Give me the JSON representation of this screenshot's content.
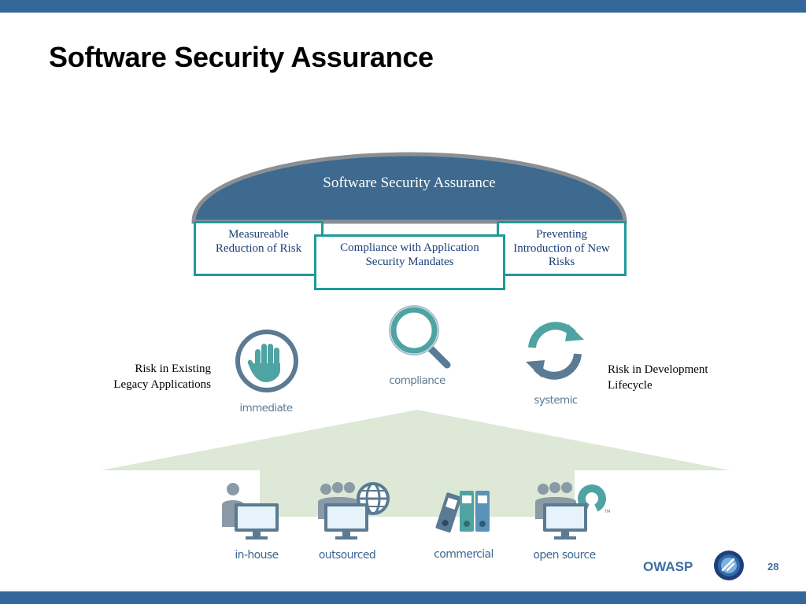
{
  "slide": {
    "title": "Software Security Assurance",
    "page_number": "28",
    "brand": "OWASP"
  },
  "dome": {
    "label": "Software Security Assurance"
  },
  "goals": [
    {
      "label_line1": "Measureable",
      "label_line2": "Reduction of Risk"
    },
    {
      "label_line1": "Compliance with Application",
      "label_line2": "Security Mandates"
    },
    {
      "label_line1": "Preventing",
      "label_line2": "Introduction of New",
      "label_line3": "Risks"
    }
  ],
  "side_notes": {
    "left_line1": "Risk in Existing",
    "left_line2": "Legacy Applications",
    "right_line1": "Risk in Development",
    "right_line2": "Lifecycle"
  },
  "approaches": [
    {
      "label": "immediate",
      "icon": "stop-hand-icon"
    },
    {
      "label": "compliance",
      "icon": "magnifier-icon"
    },
    {
      "label": "systemic",
      "icon": "cycle-arrows-icon"
    }
  ],
  "sources": [
    {
      "label": "in-house",
      "icon": "person-computer-icon"
    },
    {
      "label": "outsourced",
      "icon": "group-globe-computer-icon"
    },
    {
      "label": "commercial",
      "icon": "binders-icon"
    },
    {
      "label": "open source",
      "icon": "group-opensource-computer-icon"
    }
  ],
  "colors": {
    "bar": "#336699",
    "dome": "#3d6a8e",
    "teal_border": "#1f9a9a",
    "platform": "#dde8d6",
    "icon_slate": "#5b7a93",
    "icon_teal": "#4fa3a3"
  }
}
